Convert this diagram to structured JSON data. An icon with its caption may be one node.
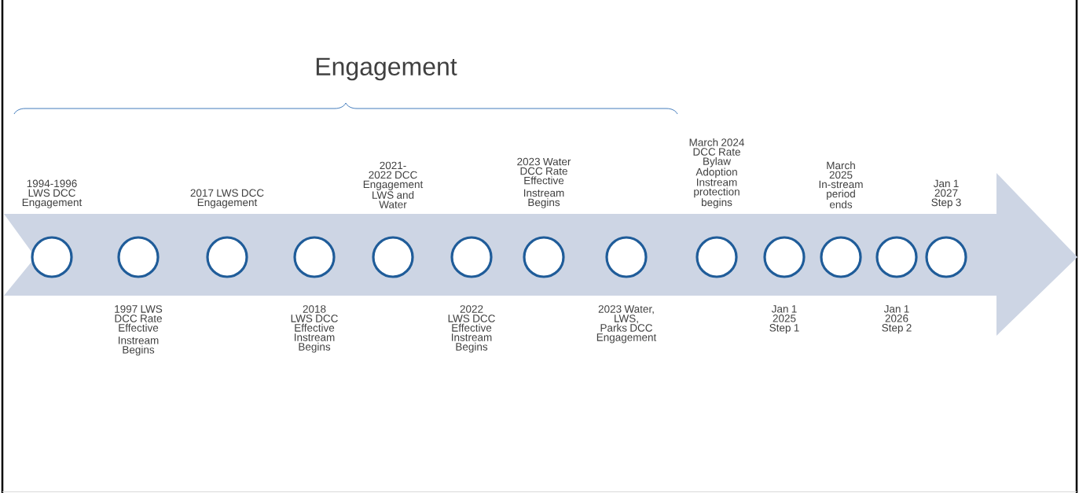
{
  "diagram": {
    "nodes": [
      {
        "text": [],
        "shape": "circle",
        "beside": [
          "1994-1996 LWS DCC Engagement"
        ]
      },
      {
        "text": [],
        "shape": "circle",
        "beside": [
          "1997 LWS DCC Rate Effective",
          "Instream Begins"
        ]
      },
      {
        "text": [],
        "shape": "circle",
        "beside": [
          "2017 LWS DCC Engagement"
        ]
      },
      {
        "text": [],
        "shape": "circle",
        "beside": [
          "2018 LWS DCC Effective Instream Begins"
        ]
      },
      {
        "text": [],
        "shape": "circle",
        "beside": [
          "2021-2022 DCC Engagement LWS and Water"
        ]
      },
      {
        "text": [],
        "shape": "circle",
        "beside": [
          "2022 LWS DCC Effective Instream Begins"
        ]
      },
      {
        "text": [],
        "shape": "circle",
        "beside": [
          "2023 Water DCC Rate Effective",
          "Instream Begins"
        ]
      },
      {
        "text": [],
        "shape": "circle",
        "beside": [
          "2023 Water, LWS, Parks DCC Engagement"
        ]
      },
      {
        "text": [],
        "shape": "circle",
        "beside": [
          "March 2024 DCC Rate Bylaw Adoption Instream protection begins"
        ]
      },
      {
        "text": [],
        "shape": "circle",
        "beside": [
          "Jan 1 2025 Step 1"
        ]
      },
      {
        "text": [],
        "shape": "circle",
        "beside": [
          "March 2025 In-stream period ends"
        ]
      },
      {
        "text": [],
        "shape": "circle",
        "beside": [
          "Jan 1 2026 Step 2"
        ]
      },
      {
        "text": [],
        "shape": "circle",
        "beside": [
          "Jan 1 2027 Step 3"
        ]
      }
    ],
    "labels": [
      "Engagement"
    ]
  }
}
